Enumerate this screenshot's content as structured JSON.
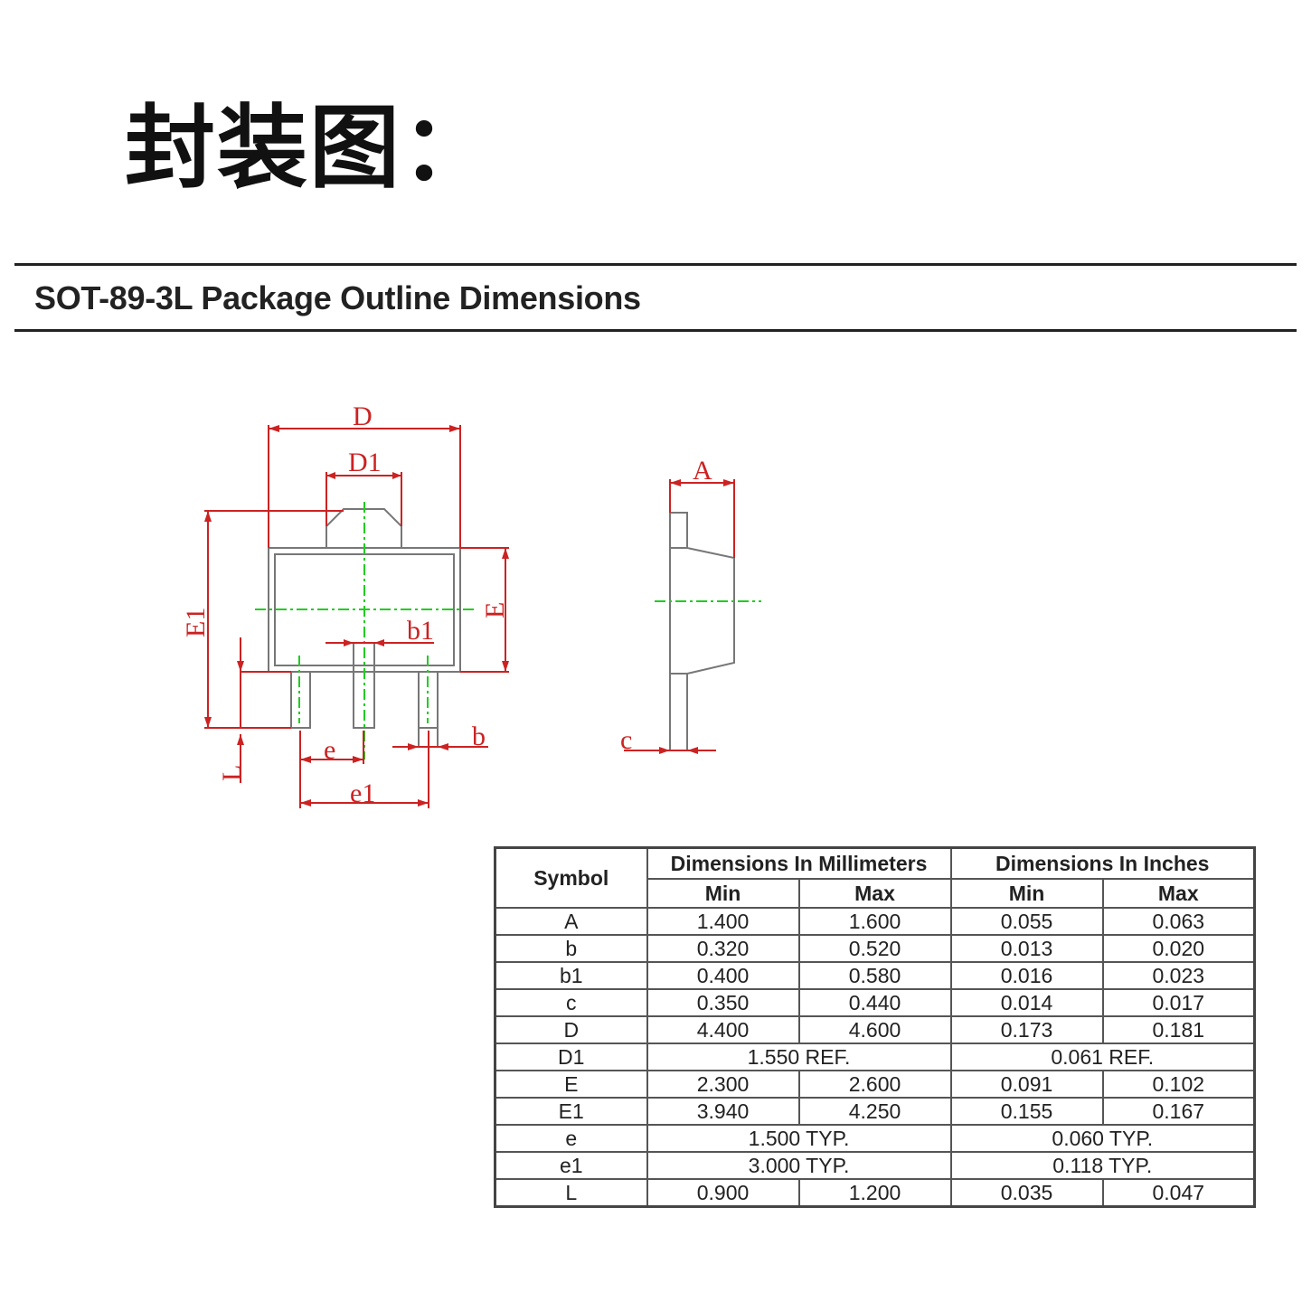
{
  "page": {
    "heading": "封装图：",
    "section_title": "SOT-89-3L Package Outline Dimensions"
  },
  "drawing": {
    "labels": {
      "D": "D",
      "D1": "D1",
      "E1": "E1",
      "E": "E",
      "b1": "b1",
      "b": "b",
      "e": "e",
      "e1": "e1",
      "L": "L",
      "A": "A",
      "c": "c"
    },
    "colors": {
      "outline": "#777777",
      "dimension": "#cc2222",
      "centerline": "#22cc22"
    }
  },
  "table": {
    "symbol_header": "Symbol",
    "mm_header": "Dimensions In Millimeters",
    "inch_header": "Dimensions In Inches",
    "min_label": "Min",
    "max_label": "Max",
    "rows": [
      {
        "symbol": "A",
        "mm_min": "1.400",
        "mm_max": "1.600",
        "in_min": "0.055",
        "in_max": "0.063"
      },
      {
        "symbol": "b",
        "mm_min": "0.320",
        "mm_max": "0.520",
        "in_min": "0.013",
        "in_max": "0.020"
      },
      {
        "symbol": "b1",
        "mm_min": "0.400",
        "mm_max": "0.580",
        "in_min": "0.016",
        "in_max": "0.023"
      },
      {
        "symbol": "c",
        "mm_min": "0.350",
        "mm_max": "0.440",
        "in_min": "0.014",
        "in_max": "0.017"
      },
      {
        "symbol": "D",
        "mm_min": "4.400",
        "mm_max": "4.600",
        "in_min": "0.173",
        "in_max": "0.181"
      },
      {
        "symbol": "D1",
        "mm_ref": "1.550 REF.",
        "in_ref": "0.061 REF."
      },
      {
        "symbol": "E",
        "mm_min": "2.300",
        "mm_max": "2.600",
        "in_min": "0.091",
        "in_max": "0.102"
      },
      {
        "symbol": "E1",
        "mm_min": "3.940",
        "mm_max": "4.250",
        "in_min": "0.155",
        "in_max": "0.167"
      },
      {
        "symbol": "e",
        "mm_ref": "1.500 TYP.",
        "in_ref": "0.060 TYP."
      },
      {
        "symbol": "e1",
        "mm_ref": "3.000 TYP.",
        "in_ref": "0.118 TYP."
      },
      {
        "symbol": "L",
        "mm_min": "0.900",
        "mm_max": "1.200",
        "in_min": "0.035",
        "in_max": "0.047"
      }
    ]
  }
}
